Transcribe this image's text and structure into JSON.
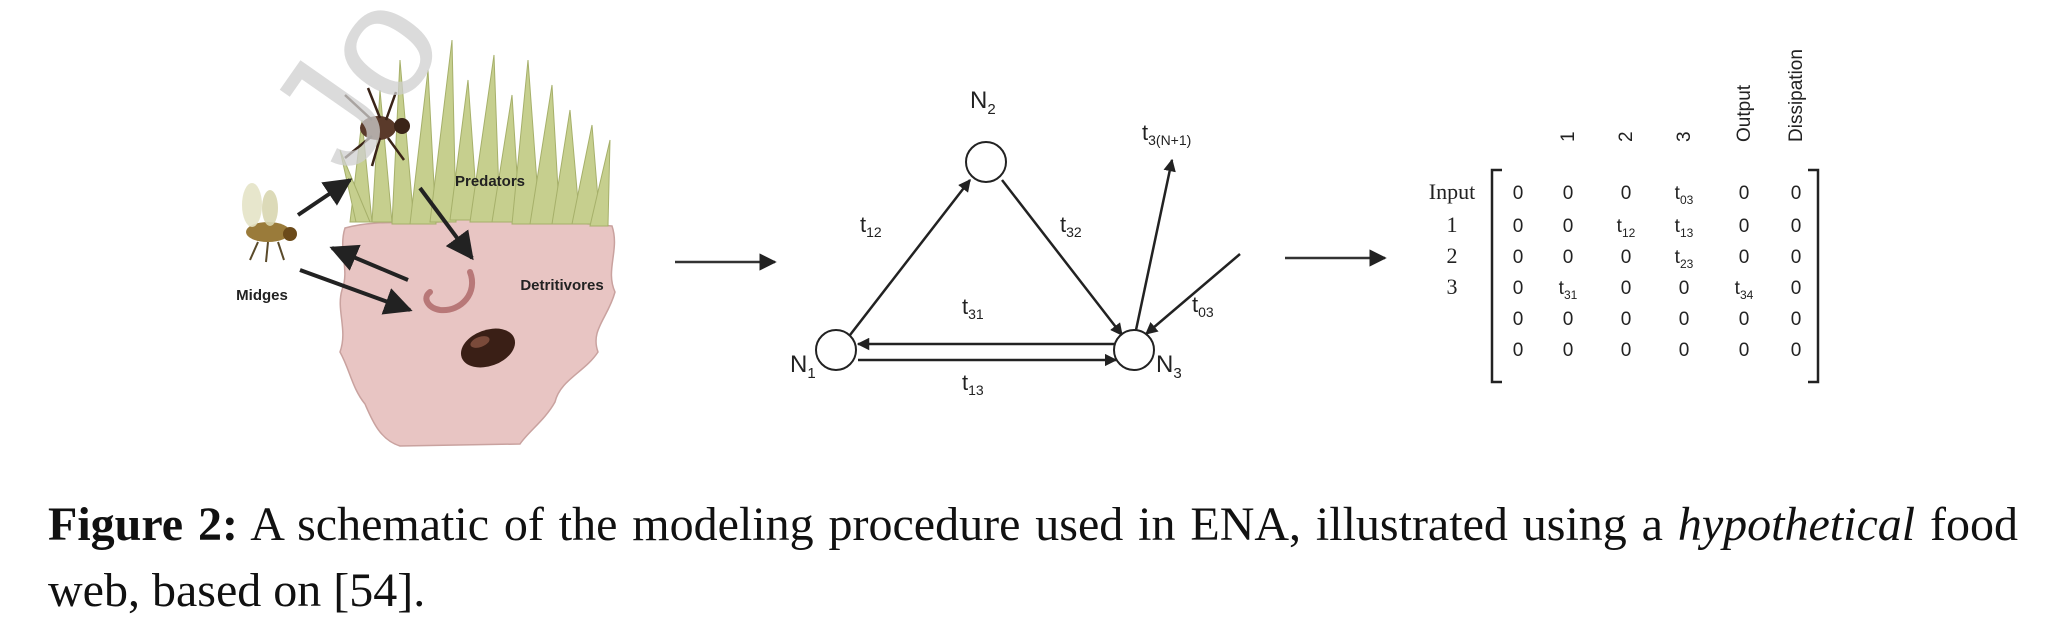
{
  "watermark": "Jo",
  "food_web": {
    "labels": {
      "midges": "Midges",
      "predators": "Predators",
      "detritivores": "Detritivores"
    }
  },
  "network": {
    "nodes": {
      "n1": "N",
      "n1_sub": "1",
      "n2": "N",
      "n2_sub": "2",
      "n3": "N",
      "n3_sub": "3"
    },
    "flows": {
      "t12": "t",
      "t12_sub": "12",
      "t32": "t",
      "t32_sub": "32",
      "t31": "t",
      "t31_sub": "31",
      "t13": "t",
      "t13_sub": "13",
      "t03": "t",
      "t03_sub": "03",
      "t3out": "t",
      "t3out_sub": "3(N+1)"
    }
  },
  "matrix": {
    "column_headers": [
      "1",
      "2",
      "3",
      "Output",
      "Dissipation"
    ],
    "row_labels": [
      "Input",
      "1",
      "2",
      "3",
      "",
      ""
    ],
    "cells": [
      [
        "0",
        "0",
        "0",
        "t03",
        "0",
        "0"
      ],
      [
        "0",
        "0",
        "t12",
        "t13",
        "0",
        "0"
      ],
      [
        "0",
        "0",
        "0",
        "t23",
        "0",
        "0"
      ],
      [
        "0",
        "t31",
        "0",
        "0",
        "t34",
        "0"
      ],
      [
        "0",
        "0",
        "0",
        "0",
        "0",
        "0"
      ],
      [
        "0",
        "0",
        "0",
        "0",
        "0",
        "0"
      ]
    ]
  },
  "caption": {
    "label": "Figure 2:",
    "text_before": " A schematic of the modeling procedure used in ENA, illustrated using a ",
    "italic": "hypothetical",
    "text_after": " food web, based on [54]."
  }
}
